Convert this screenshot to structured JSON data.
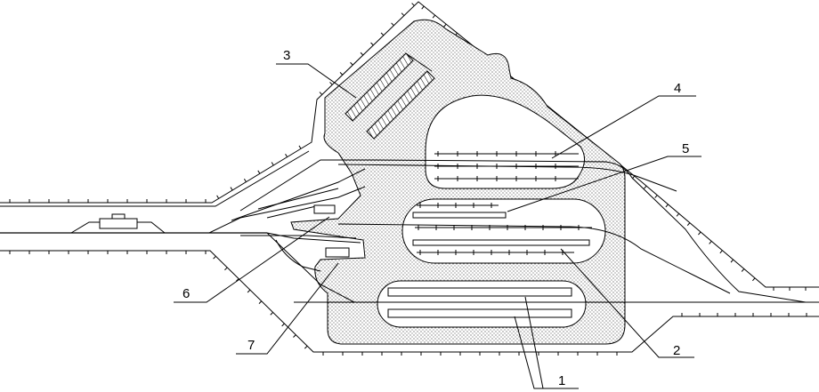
{
  "labels": {
    "l1": "1",
    "l2": "2",
    "l3": "3",
    "l4": "4",
    "l5": "5",
    "l6": "6",
    "l7": "7"
  },
  "colors": {
    "line": "#000000",
    "background": "#ffffff",
    "stipple": "#000000"
  }
}
